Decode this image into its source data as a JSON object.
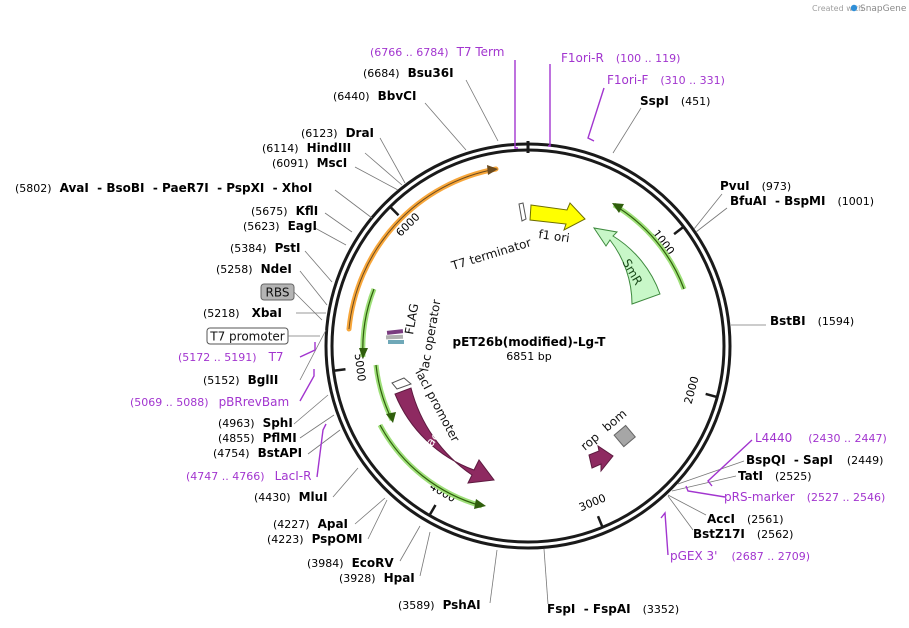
{
  "credit": {
    "prefix": "Created with",
    "brand": "SnapGene"
  },
  "plasmid": {
    "name": "pET26b(modified)-Lg-T",
    "size_label": "6851 bp",
    "length": 6851
  },
  "ticks": [
    "1000",
    "2000",
    "3000",
    "4000",
    "5000",
    "6000"
  ],
  "sites": [
    {
      "name": "Bsu36I",
      "pos": "(6684)"
    },
    {
      "name": "BbvCI",
      "pos": "(6440)"
    },
    {
      "name": "DraI",
      "pos": "(6123)"
    },
    {
      "name": "HindIII",
      "pos": "(6114)"
    },
    {
      "name": "MscI",
      "pos": "(6091)"
    },
    {
      "name": "AvaI  - BsoBI  - PaeR7I  - PspXI  - XhoI",
      "pos": "(5802)"
    },
    {
      "name": "KflI",
      "pos": "(5675)"
    },
    {
      "name": "EagI",
      "pos": "(5623)"
    },
    {
      "name": "PstI",
      "pos": "(5384)"
    },
    {
      "name": "NdeI",
      "pos": "(5258)"
    },
    {
      "name": "XbaI",
      "pos": "(5218)"
    },
    {
      "name": "BglII",
      "pos": "(5152)"
    },
    {
      "name": "SphI",
      "pos": "(4963)"
    },
    {
      "name": "PflMI",
      "pos": "(4855)"
    },
    {
      "name": "BstAPI",
      "pos": "(4754)"
    },
    {
      "name": "MluI",
      "pos": "(4430)"
    },
    {
      "name": "ApaI",
      "pos": "(4227)"
    },
    {
      "name": "PspOMI",
      "pos": "(4223)"
    },
    {
      "name": "EcoRV",
      "pos": "(3984)"
    },
    {
      "name": "HpaI",
      "pos": "(3928)"
    },
    {
      "name": "PshAI",
      "pos": "(3589)"
    },
    {
      "name": "SspI",
      "pos": "(451)"
    },
    {
      "name": "PvuI",
      "pos": "(973)"
    },
    {
      "name": "BfuAI  - BspMI",
      "pos": "(1001)"
    },
    {
      "name": "BstBI",
      "pos": "(1594)"
    },
    {
      "name": "BspQI  - SapI",
      "pos": "(2449)"
    },
    {
      "name": "TatI",
      "pos": "(2525)"
    },
    {
      "name": "AccI",
      "pos": "(2561)"
    },
    {
      "name": "BstZ17I",
      "pos": "(2562)"
    },
    {
      "name": "FspI  - FspAI",
      "pos": "(3352)"
    }
  ],
  "primers": [
    {
      "name": "T7 Term",
      "pos": "(6766 .. 6784)"
    },
    {
      "name": "F1ori-R",
      "pos": "(100 .. 119)"
    },
    {
      "name": "F1ori-F",
      "pos": "(310 .. 331)"
    },
    {
      "name": "T7",
      "pos": "(5172 .. 5191)"
    },
    {
      "name": "pBRrevBam",
      "pos": "(5069 .. 5088)"
    },
    {
      "name": "LacI-R",
      "pos": "(4747 .. 4766)"
    },
    {
      "name": "L4440",
      "pos": "(2430 .. 2447)"
    },
    {
      "name": "pRS-marker",
      "pos": "(2527 .. 2546)"
    },
    {
      "name": "pGEX 3'",
      "pos": "(2687 .. 2709)"
    }
  ],
  "boxed_features": {
    "rbs": "RBS",
    "t7_promoter": "T7 promoter"
  },
  "features": {
    "t7_terminator": "T7 terminator",
    "f1_ori": "f1 ori",
    "smr": "SmR",
    "flag": "FLAG",
    "lac_operator": "lac operator",
    "laci_promoter": "lacI promoter",
    "laci": "lacI",
    "rop": "rop",
    "bom": "bom"
  },
  "colors": {
    "primer": "#a235cf",
    "laci": "#8e2a61",
    "f1ori": "#ffff00",
    "smr": "#c8f7c8",
    "orange_arc": "#f7a63a",
    "green_arc": "#4a9a12",
    "bom": "#a6a6a6",
    "ring": "#1a1a1a"
  }
}
